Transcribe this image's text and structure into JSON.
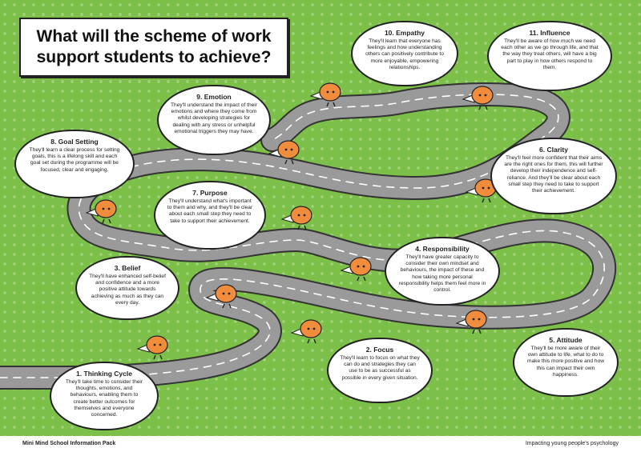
{
  "title": "What will the scheme of work support students to achieve?",
  "steps": [
    {
      "heading": "1. Thinking Cycle",
      "text": "They'll take time to consider their thoughts, emotions, and behaviours, enabling them to create better outcomes for themselves and everyone concerned."
    },
    {
      "heading": "2. Focus",
      "text": "They'll learn to focus on what they can do and strategies they can use to be as successful as possible in every given situation."
    },
    {
      "heading": "3. Belief",
      "text": "They'll have enhanced self-belief and confidence and a more positive attitude towards achieving as much as they can every day."
    },
    {
      "heading": "4. Responsibility",
      "text": "They'll have greater capacity to consider their own mindset and behaviours, the impact of these and how taking more personal responsibility helps them feel more in control."
    },
    {
      "heading": "5. Attitude",
      "text": "They'll be more aware of their own attitude to life, what to do to make this more positive and how this can impact their own happiness."
    },
    {
      "heading": "6. Clarity",
      "text": "They'll feel more confident that their aims are the right ones for them, this will further develop their independence and self-reliance. And they'll be clear about each small step they need to take to support their achievement."
    },
    {
      "heading": "7. Purpose",
      "text": "They'll understand what's important to them and why, and they'll be clear about each small step they need to take to support their achievement."
    },
    {
      "heading": "8. Goal Setting",
      "text": "They'll learn a clear process for setting goals, this is a lifelong skill and each goal set during the programme will be focused, clear and engaging."
    },
    {
      "heading": "9. Emotion",
      "text": "They'll understand the impact of their emotions and where they come from whilst developing strategies for dealing with any stress or unhelpful emotional triggers they may have."
    },
    {
      "heading": "10. Empathy",
      "text": "They'll learn that everyone has feelings and how understanding others can positively contribute to more enjoyable, empowering relationships."
    },
    {
      "heading": "11. Influence",
      "text": "They'll be aware of how much we need each other as we go through life, and that the way they treat others, will have a big part to play in how others respond to them."
    }
  ],
  "footer": {
    "left": "Mini Mind School Information Pack",
    "right": "Impacting young people's psychology"
  },
  "colors": {
    "background": "#7cc04a",
    "road": "#9a9a9a",
    "brain": "#f08c3c"
  }
}
